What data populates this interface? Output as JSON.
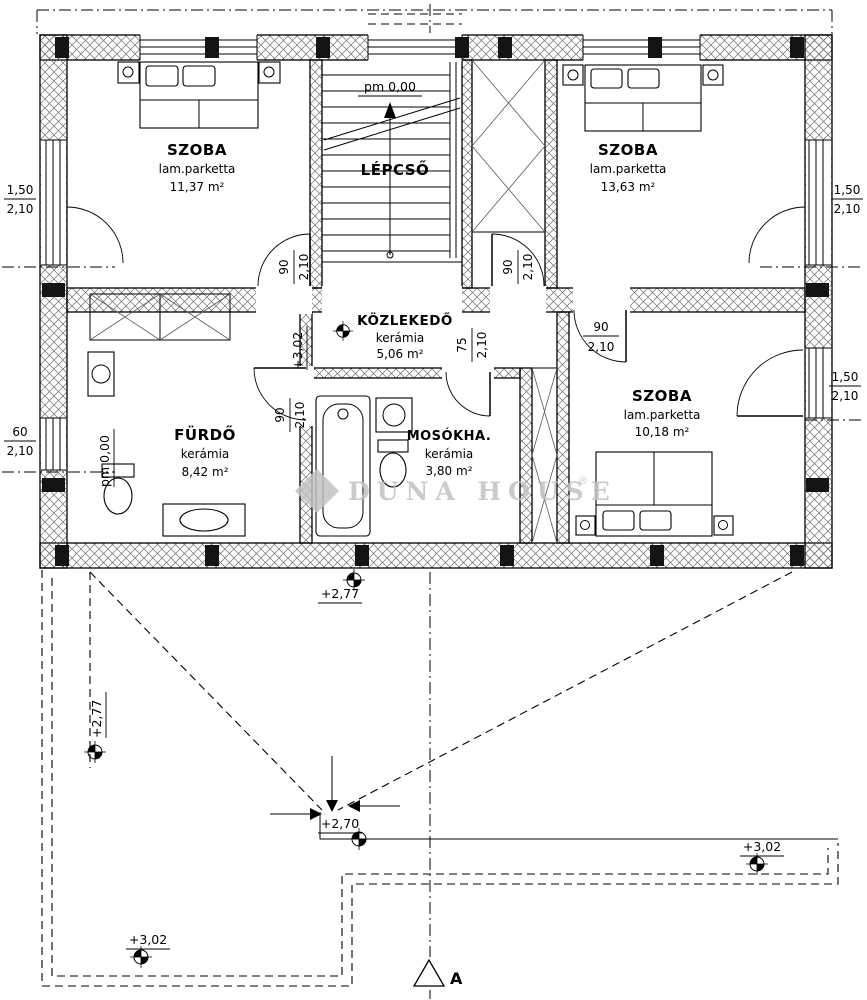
{
  "plan": {
    "rooms": [
      {
        "name": "SZOBA",
        "floor": "lam.parketta",
        "area": "11,37 m²"
      },
      {
        "name": "LÉPCSŐ",
        "floor": "",
        "area": ""
      },
      {
        "name": "SZOBA",
        "floor": "lam.parketta",
        "area": "13,63 m²"
      },
      {
        "name": "KÖZLEKEDŐ",
        "floor": "kerámia",
        "area": "5,06 m²"
      },
      {
        "name": "FÜRDŐ",
        "floor": "kerámia",
        "area": "8,42 m²"
      },
      {
        "name": "MOSÓKHA.",
        "floor": "kerámia",
        "area": "3,80 m²"
      },
      {
        "name": "SZOBA",
        "floor": "lam.parketta",
        "area": "10,18 m²"
      }
    ],
    "dims": {
      "d150": "1,50",
      "d210": "2,10",
      "d90": "90",
      "d75": "75",
      "d60": "60"
    },
    "levels": {
      "pm0": "pm 0,00",
      "p302": "+3,02",
      "p277": "+2,77",
      "p270": "+2,70"
    },
    "section_label": "A",
    "watermark_brand": "DUNA HOUSE",
    "watermark_reg": "®"
  }
}
